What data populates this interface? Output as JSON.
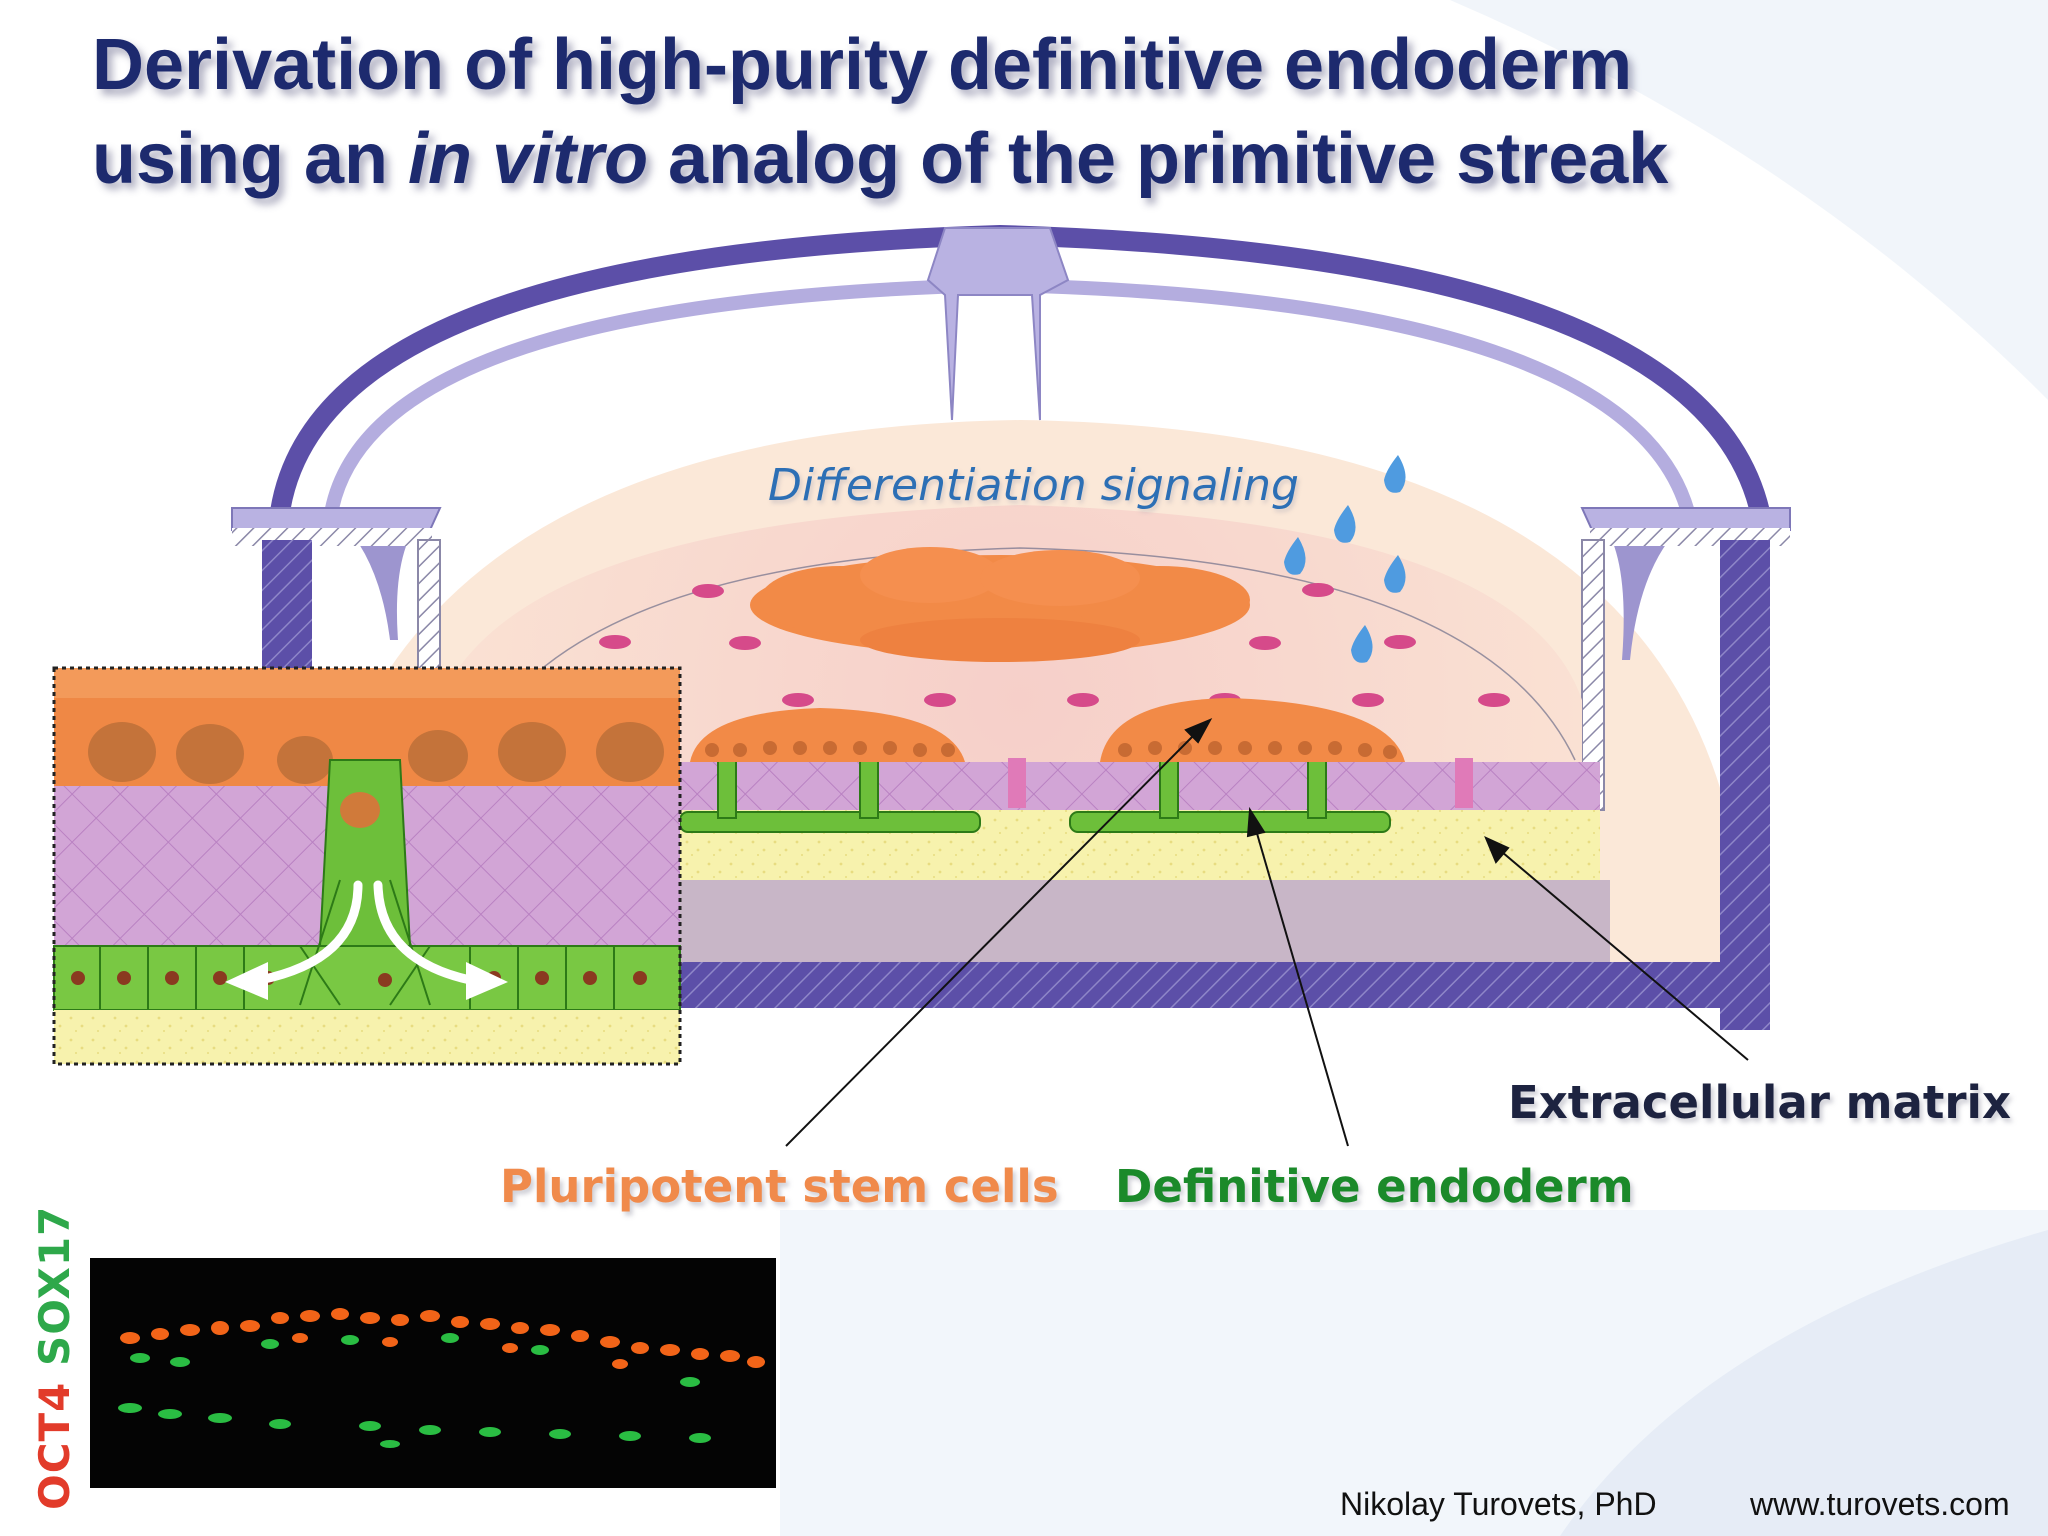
{
  "title": {
    "line1": "Derivation of high-purity definitive endoderm",
    "line2_prefix": "using an ",
    "line2_italic": "in vitro",
    "line2_suffix": " analog of the primitive streak"
  },
  "labels": {
    "differentiation_signaling": "Differentiation signaling",
    "pluripotent_stem_cells": "Pluripotent stem cells",
    "definitive_endoderm": "Definitive endoderm",
    "extracellular_matrix": "Extracellular matrix"
  },
  "micrograph": {
    "stain_oct4": "OCT4",
    "stain_sox17": "SOX17"
  },
  "credits": {
    "author": "Nikolay Turovets, PhD",
    "website": "www.turovets.com"
  },
  "colors": {
    "title": "#1d2a6e",
    "dish_frame": "#5c4fa8",
    "pluripotent_cells": "#f08a4b",
    "endoderm_cells": "#6dbf3a",
    "matrix": "#c99ad0",
    "substrate": "#f6f1a6",
    "medium": "#f8d9c6",
    "droplets": "#4f9be0",
    "signal_dots": "#d64a8a",
    "oct4": "#e23b2a",
    "sox17": "#2ea84a"
  },
  "icons": [
    "droplet-icon",
    "arrow-icon"
  ]
}
